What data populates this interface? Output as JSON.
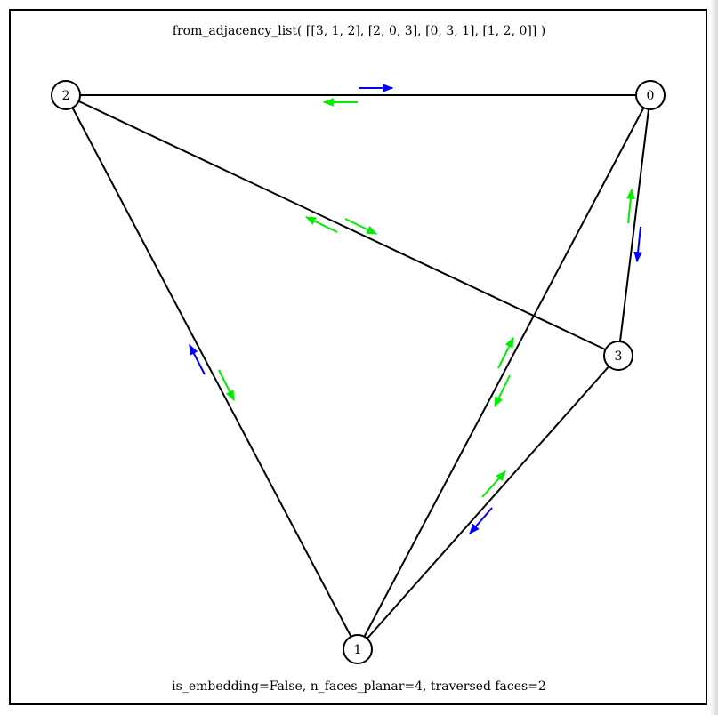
{
  "title": "from_adjacency_list( [[3, 1, 2], [2, 0, 3], [0, 3, 1], [1, 2, 0]]  )",
  "footer": "is_embedding=False,  n_faces_planar=4,  traversed faces=2",
  "colors": {
    "edge": "#000000",
    "arrow_blue": "#0000ff",
    "arrow_green": "#00ee00",
    "node_fill": "#ffffff"
  },
  "nodes": [
    {
      "id": "0",
      "label": "0"
    },
    {
      "id": "1",
      "label": "1"
    },
    {
      "id": "2",
      "label": "2"
    },
    {
      "id": "3",
      "label": "3"
    }
  ],
  "edges": [
    {
      "from": "2",
      "to": "0"
    },
    {
      "from": "2",
      "to": "1"
    },
    {
      "from": "2",
      "to": "3"
    },
    {
      "from": "0",
      "to": "1"
    },
    {
      "from": "0",
      "to": "3"
    },
    {
      "from": "3",
      "to": "1"
    }
  ]
}
